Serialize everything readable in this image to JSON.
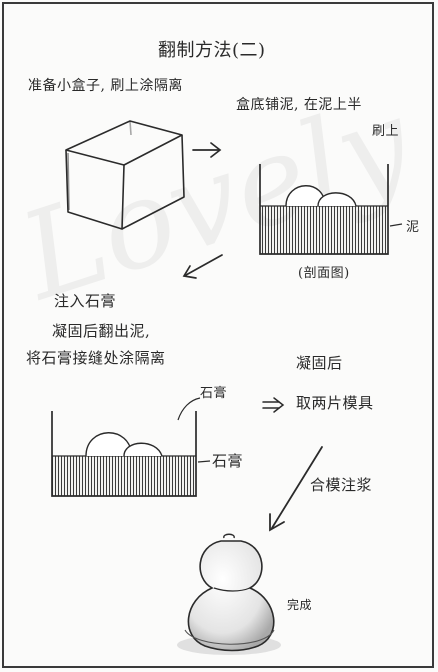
{
  "title": "翻制方法(二)",
  "step_1_text": "准备小盒子, 刷上涂隔离",
  "step_2_text": "盒底铺泥, 在泥上半",
  "step_2_text_continued": "刷上",
  "label_clay": "泥",
  "label_cross_section": "(剖面图)",
  "step_3_text": "注入石膏",
  "step_4_line_1": "凝固后翻出泥,",
  "step_4_line_2": "将石膏接缝处涂隔离",
  "label_plaster_top": "石膏",
  "label_plaster_mid": "石膏",
  "step_5_text": "凝固后",
  "step_5_sub": "取两片模具",
  "step_6_text": "合模注浆",
  "label_finished": "完成",
  "watermark_text": "Lovely"
}
